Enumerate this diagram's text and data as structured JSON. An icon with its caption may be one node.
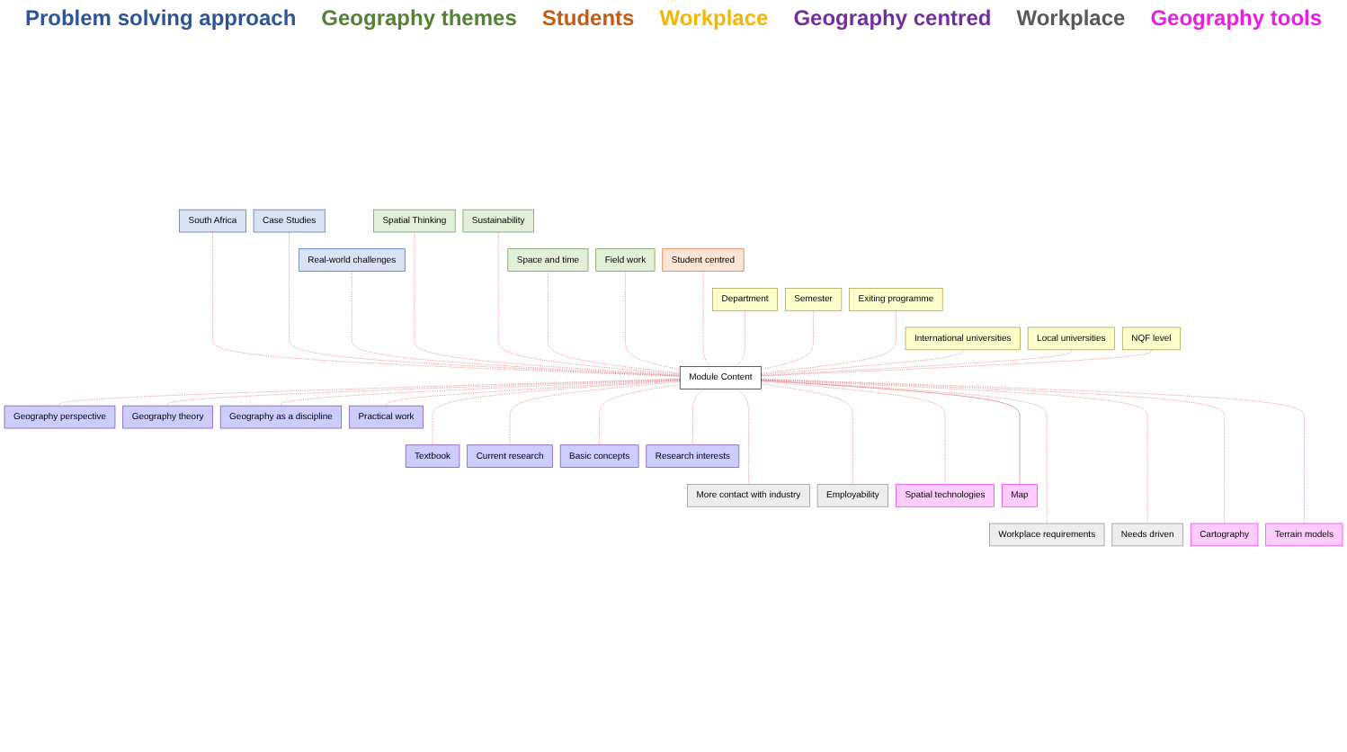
{
  "diagram": {
    "nodes": [
      {
        "text": [
          "Module Content"
        ]
      },
      {
        "text": [
          "South Africa"
        ]
      },
      {
        "text": [
          "Case Studies"
        ]
      },
      {
        "text": [
          "Real-world challenges"
        ]
      },
      {
        "text": [
          "Spatial Thinking"
        ]
      },
      {
        "text": [
          "Sustainability"
        ]
      },
      {
        "text": [
          "Space and time"
        ]
      },
      {
        "text": [
          "Field work"
        ]
      },
      {
        "text": [
          "Student centred"
        ]
      },
      {
        "text": [
          "Department"
        ]
      },
      {
        "text": [
          "Semester"
        ]
      },
      {
        "text": [
          "Exiting programme"
        ]
      },
      {
        "text": [
          "International universities"
        ]
      },
      {
        "text": [
          "Local universities"
        ]
      },
      {
        "text": [
          "NQF level"
        ]
      },
      {
        "text": [
          "Geography perspective"
        ]
      },
      {
        "text": [
          "Textbook"
        ]
      },
      {
        "text": [
          "Geography theory"
        ]
      },
      {
        "text": [
          "Current research"
        ]
      },
      {
        "text": [
          "Geography as a discipline"
        ]
      },
      {
        "text": [
          "Basic concepts"
        ]
      },
      {
        "text": [
          "Practical work"
        ]
      },
      {
        "text": [
          "Research interests"
        ]
      },
      {
        "text": [
          "More contact with industry"
        ]
      },
      {
        "text": [
          "Employability"
        ]
      },
      {
        "text": [
          "Workplace requirements"
        ]
      },
      {
        "text": [
          "Needs driven"
        ]
      },
      {
        "text": [
          "Spatial technologies"
        ]
      },
      {
        "text": [
          "Map"
        ]
      },
      {
        "text": [
          "Cartography"
        ]
      },
      {
        "text": [
          "Terrain models"
        ]
      }
    ],
    "edges": [
      {
        "from": 1,
        "to": 0,
        "arrow": "none",
        "style": "dashed"
      },
      {
        "from": 2,
        "to": 0,
        "arrow": "none",
        "style": "dashed"
      },
      {
        "from": 3,
        "to": 0,
        "arrow": "none",
        "style": "dashed"
      },
      {
        "from": 4,
        "to": 0,
        "arrow": "none",
        "style": "dashed"
      },
      {
        "from": 5,
        "to": 0,
        "arrow": "none",
        "style": "dashed"
      },
      {
        "from": 6,
        "to": 0,
        "arrow": "none",
        "style": "dashed"
      },
      {
        "from": 7,
        "to": 0,
        "arrow": "none",
        "style": "dashed"
      },
      {
        "from": 8,
        "to": 0,
        "arrow": "none",
        "style": "dashed"
      },
      {
        "from": 9,
        "to": 0,
        "arrow": "none",
        "style": "dashed"
      },
      {
        "from": 10,
        "to": 0,
        "arrow": "none",
        "style": "dashed"
      },
      {
        "from": 11,
        "to": 0,
        "arrow": "none",
        "style": "dashed"
      },
      {
        "from": 12,
        "to": 0,
        "arrow": "none",
        "style": "dashed"
      },
      {
        "from": 13,
        "to": 0,
        "arrow": "none",
        "style": "dashed"
      },
      {
        "from": 14,
        "to": 0,
        "arrow": "none",
        "style": "dashed"
      },
      {
        "from": 0,
        "to": 15,
        "arrow": "none",
        "style": "dashed"
      },
      {
        "from": 0,
        "to": 16,
        "arrow": "none",
        "style": "dashed"
      },
      {
        "from": 0,
        "to": 17,
        "arrow": "none",
        "style": "dashed"
      },
      {
        "from": 0,
        "to": 18,
        "arrow": "none",
        "style": "dashed"
      },
      {
        "from": 0,
        "to": 19,
        "arrow": "none",
        "style": "dashed"
      },
      {
        "from": 0,
        "to": 20,
        "arrow": "none",
        "style": "dashed"
      },
      {
        "from": 0,
        "to": 21,
        "arrow": "none",
        "style": "dashed"
      },
      {
        "from": 0,
        "to": 22,
        "arrow": "none",
        "style": "dashed"
      },
      {
        "from": 0,
        "to": 23,
        "arrow": "none",
        "style": "dashed"
      },
      {
        "from": 0,
        "to": 24,
        "arrow": "none",
        "style": "dashed"
      },
      {
        "from": 0,
        "to": 25,
        "arrow": "none",
        "style": "dashed"
      },
      {
        "from": 0,
        "to": 26,
        "arrow": "none",
        "style": "dashed"
      },
      {
        "from": 0,
        "to": 27,
        "arrow": "none",
        "style": "dashed"
      },
      {
        "from": 0,
        "to": 28,
        "arrow": "none"
      },
      {
        "from": 0,
        "to": 29,
        "arrow": "none",
        "style": "dashed"
      },
      {
        "from": 0,
        "to": 30,
        "arrow": "none",
        "style": "dashed"
      }
    ],
    "labels": [
      "Problem solving approach",
      "Geography themes",
      "Students",
      "Workplace",
      "Geography centred",
      "Workplace",
      "Geography tools"
    ]
  }
}
